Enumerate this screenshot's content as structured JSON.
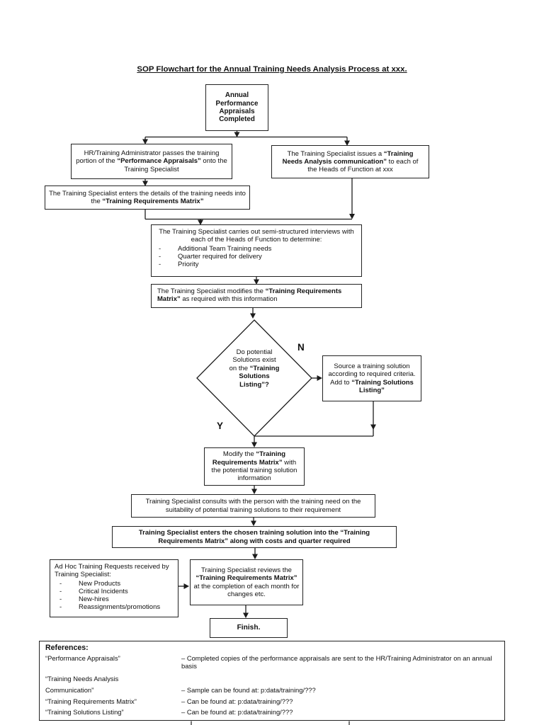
{
  "title": "SOP Flowchart for the Annual Training Needs Analysis Process at xxx.",
  "flow": {
    "dash": "-",
    "no_label": "N",
    "yes_label": "Y",
    "start": {
      "text": "Annual Performance Appraisals Completed"
    },
    "hr_admin": {
      "pre": "HR/Training Administrator passes the training portion of the ",
      "bold": "“Performance Appraisals”",
      "post": " onto the Training Specialist"
    },
    "issues_comm": {
      "pre": "The Training Specialist issues a ",
      "bold": "“Training Needs Analysis communication”",
      "post": " to each of the Heads of Function at xxx"
    },
    "enters_details": {
      "pre": "The Training Specialist enters the details of the training needs into the ",
      "bold": "“Training Requirements Matrix”",
      "post": ""
    },
    "interviews": {
      "header": "The Training Specialist carries out semi-structured interviews with each of the Heads of Function to determine:",
      "bullets": [
        "Additional Team Training needs",
        "Quarter required for delivery",
        "Priority"
      ]
    },
    "modifies": {
      "pre": "The Training Specialist modifies the ",
      "bold": "“Training Requirements Matrix”",
      "post": " as required with this information"
    },
    "decision": {
      "pre": "Do potential Solutions exist on the ",
      "bold": "“Training Solutions Listing”?",
      "post": ""
    },
    "source_solution": {
      "pre": "Source a training solution according to required criteria. Add to ",
      "bold": "“Training Solutions Listing”",
      "post": ""
    },
    "modify_matrix": {
      "pre": "Modify the ",
      "bold": "“Training Requirements Matrix”",
      "post": " with the potential training solution information"
    },
    "consults": {
      "text": "Training Specialist consults with the person with the training need on the suitability of potential training solutions to their requirement"
    },
    "enters_chosen": {
      "text": "Training Specialist enters the chosen training solution into the “Training Requirements Matrix” along with costs and quarter required"
    },
    "ad_hoc": {
      "header": "Ad Hoc Training Requests received by Training Specialist:",
      "bullets": [
        "New Products",
        "Critical Incidents",
        "New-hires",
        "Reassignments/promotions"
      ]
    },
    "reviews": {
      "pre": "Training Specialist reviews the ",
      "bold": "“Training Requirements Matrix”",
      "post": " at the completion of each month for changes etc."
    },
    "finish": {
      "text": "Finish."
    }
  },
  "references": {
    "heading": "References:",
    "rows": [
      {
        "term": "“Performance Appraisals”",
        "desc": "– Completed copies of the performance appraisals are sent to the HR/Training Administrator on an annual basis"
      },
      {
        "term": "“Training Needs Analysis",
        "desc": ""
      },
      {
        "term": "Communication”",
        "desc": "– Sample can be found at: p:data/training/???"
      },
      {
        "term": "“Training Requirements Matrix”",
        "desc": "– Can be found at: p:data/training/???"
      },
      {
        "term": "“Training Solutions Listing”",
        "desc": "– Can be found at: p:data/training/???"
      }
    ]
  }
}
